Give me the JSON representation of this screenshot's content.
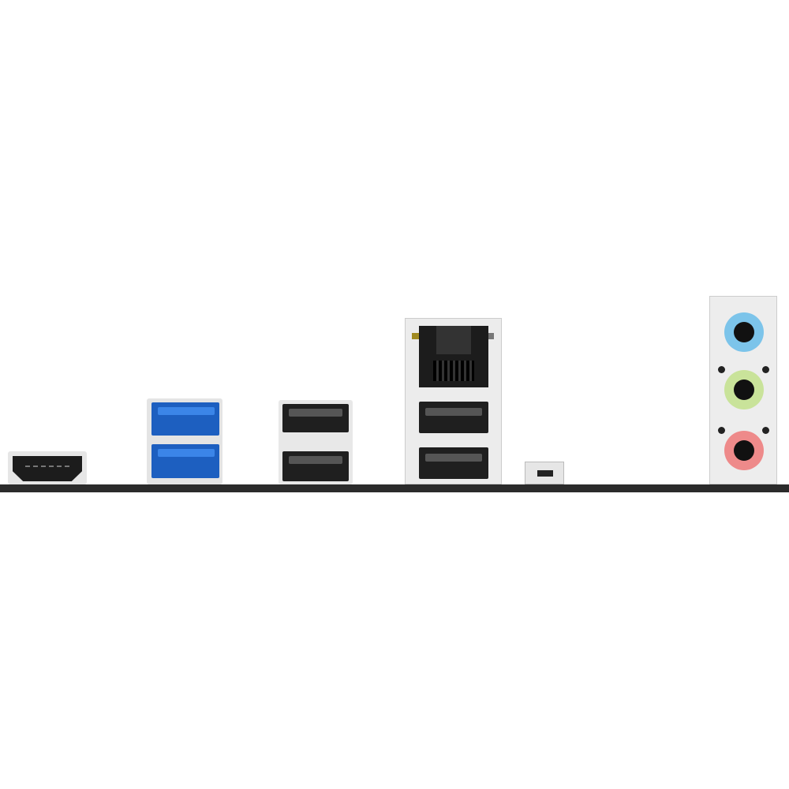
{
  "colors": {
    "background": "#ffffff",
    "panel_bar": "#2b2b2b",
    "usb3_blue": "#1d5fc0",
    "audio_line_in": "#7cc4ea",
    "audio_line_out": "#c9e39a",
    "audio_mic": "#ee8a8a",
    "lan_led_left": "#a08a20",
    "lan_led_right": "#777777"
  },
  "ports": [
    "hdmi-port",
    "usb3-stack",
    "usb2-stack",
    "lan-usb-stack",
    "button",
    "audio-jacks"
  ]
}
